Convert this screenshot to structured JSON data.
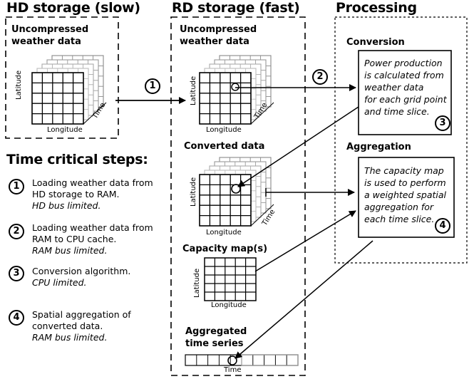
{
  "sections": {
    "hd_title": "HD storage (slow)",
    "rd_title": "RD storage (fast)",
    "proc_title": "Processing"
  },
  "hd": {
    "label": "Uncompressed weather data"
  },
  "rd": {
    "uncompressed_label": "Uncompressed weather data",
    "converted_label": "Converted data",
    "capacity_label": "Capacity map(s)",
    "aggregated_label": "Aggregated time series"
  },
  "axes": {
    "latitude": "Latitude",
    "longitude": "Longitude",
    "time": "Time"
  },
  "processing": {
    "conversion_title": "Conversion",
    "conversion_lines": [
      "Power production",
      "is calculated from",
      "weather data",
      "for each grid point",
      "and time slice."
    ],
    "aggregation_title": "Aggregation",
    "aggregation_lines": [
      "The capacity map",
      "is used to perform",
      "a weighted spatial",
      "aggregation for",
      "each time slice."
    ]
  },
  "steps": {
    "title": "Time critical steps:",
    "items": [
      {
        "num": "1",
        "text": "Loading weather data from HD storage to RAM.",
        "limit": "HD bus limited."
      },
      {
        "num": "2",
        "text": "Loading weather data from RAM to CPU cache.",
        "limit": "RAM bus limited."
      },
      {
        "num": "3",
        "text": "Conversion algorithm.",
        "limit": "CPU limited."
      },
      {
        "num": "4",
        "text": "Spatial aggregation of converted data.",
        "limit": "RAM bus limited."
      }
    ]
  },
  "markers": {
    "arrow1": "1",
    "arrow2": "2",
    "conv": "3",
    "agg": "4"
  }
}
